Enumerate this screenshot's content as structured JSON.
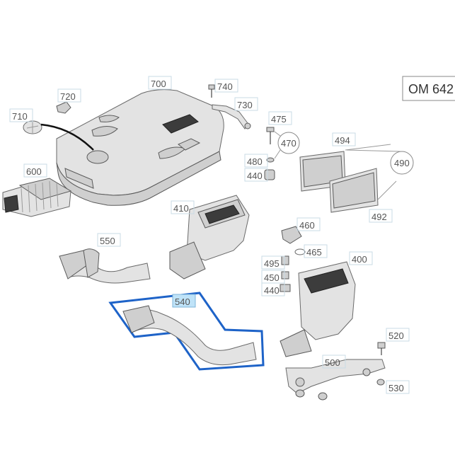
{
  "engine_label": "OM 642",
  "callouts": {
    "c700": "700",
    "c720": "720",
    "c710": "710",
    "c740": "740",
    "c730": "730",
    "c475": "475",
    "c470": "470",
    "c480": "480",
    "c440a": "440",
    "c494": "494",
    "c490": "490",
    "c492": "492",
    "c600": "600",
    "c410": "410",
    "c460": "460",
    "c465": "465",
    "c550": "550",
    "c495": "495",
    "c450": "450",
    "c440b": "440",
    "c400": "400",
    "c540": "540",
    "c520": "520",
    "c500": "500",
    "c530": "530"
  },
  "highlight_color": "#1e63c8"
}
